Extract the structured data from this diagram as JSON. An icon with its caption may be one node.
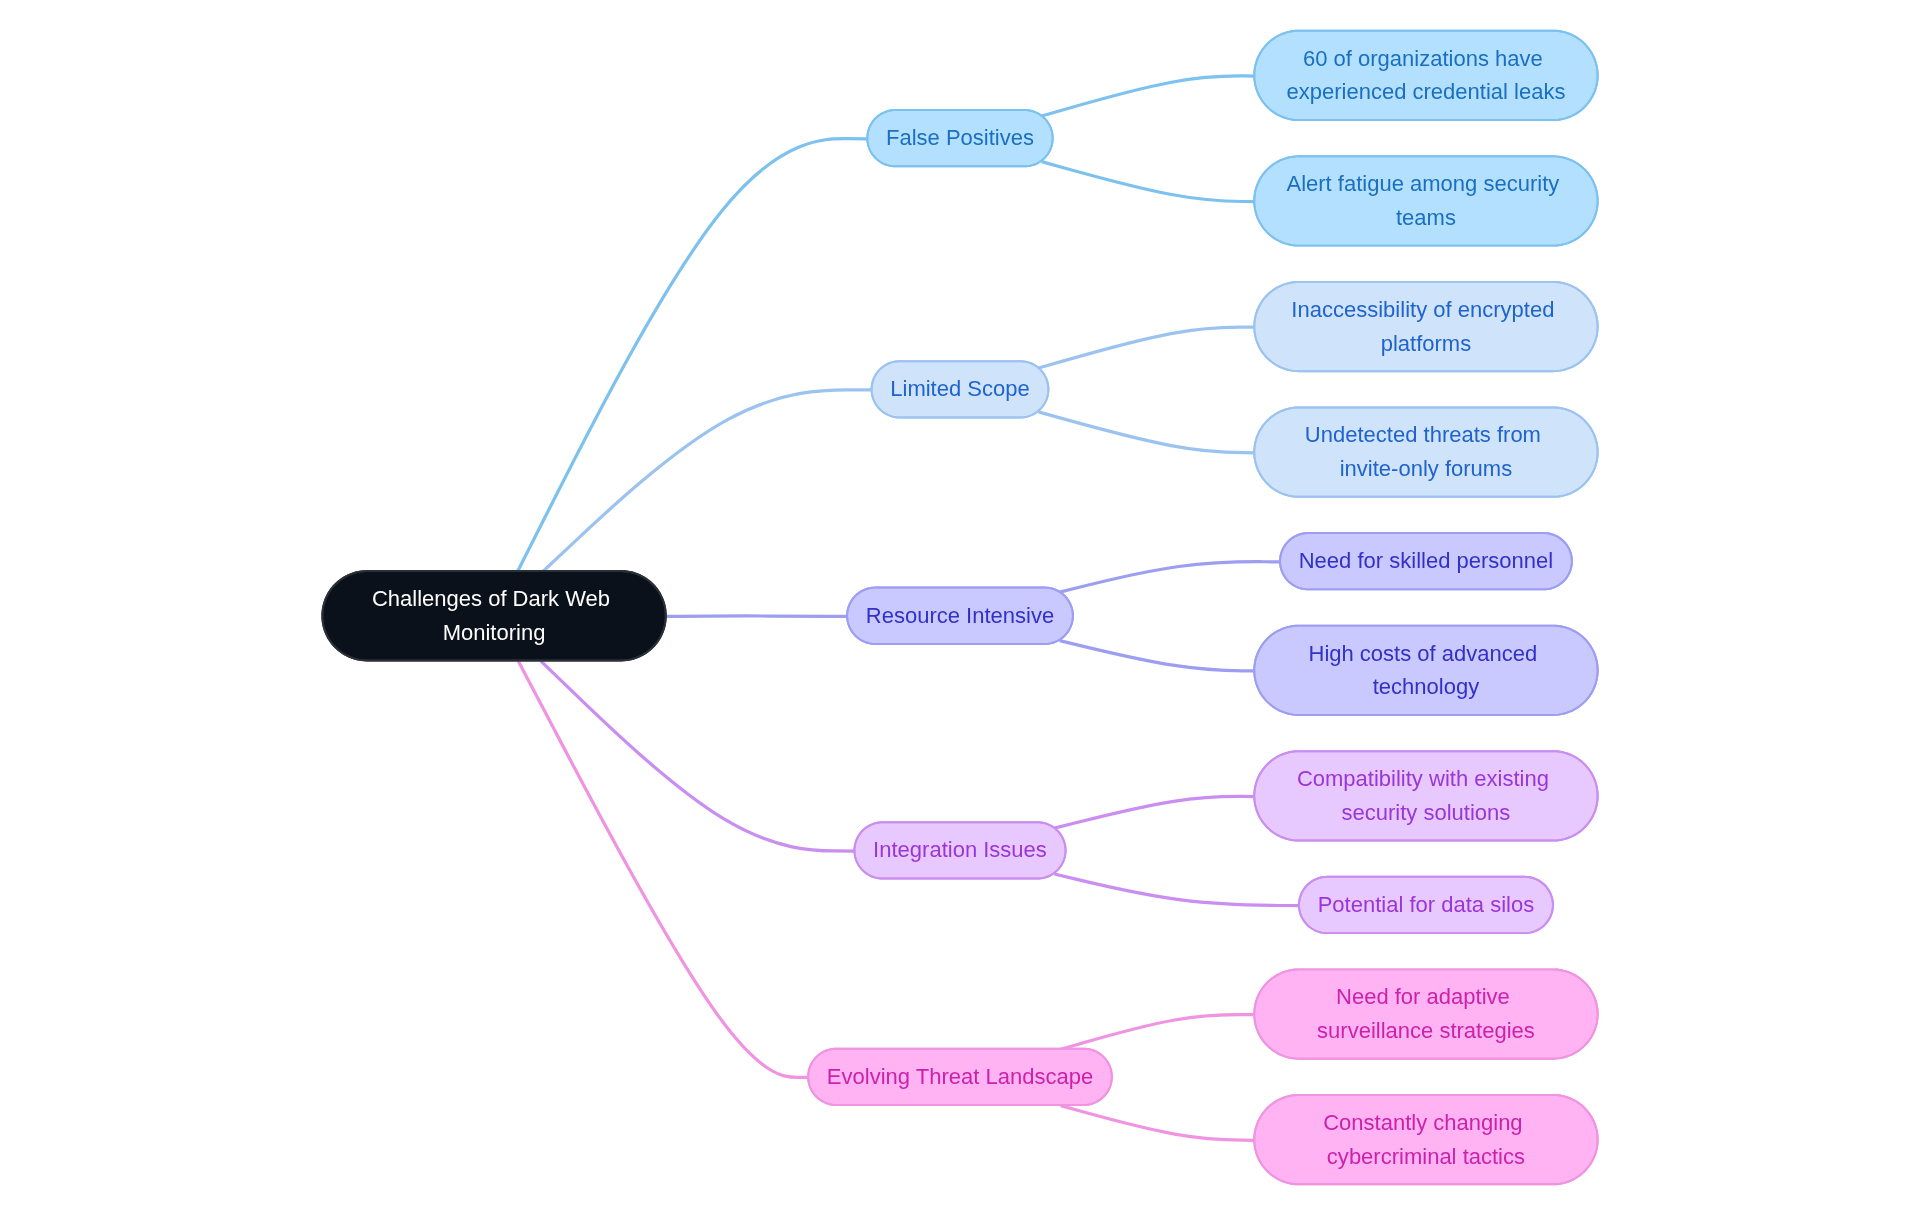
{
  "diagram": {
    "nodes": [
      {
        "text": [
          "Challenges of Dark Web Monitoring"
        ]
      },
      {
        "text": [
          "False Positives"
        ]
      },
      {
        "text": [
          "60 of organizations have experienced credential leaks"
        ]
      },
      {
        "text": [
          "Alert fatigue among security teams"
        ]
      },
      {
        "text": [
          "Limited Scope"
        ]
      },
      {
        "text": [
          "Inaccessibility of encrypted platforms"
        ]
      },
      {
        "text": [
          "Undetected threats from invite-only forums"
        ]
      },
      {
        "text": [
          "Resource Intensive"
        ]
      },
      {
        "text": [
          "Need for skilled personnel"
        ]
      },
      {
        "text": [
          "High costs of advanced technology"
        ]
      },
      {
        "text": [
          "Integration Issues"
        ]
      },
      {
        "text": [
          "Compatibility with existing security solutions"
        ]
      },
      {
        "text": [
          "Potential for data silos"
        ]
      },
      {
        "text": [
          "Evolving Threat Landscape"
        ]
      },
      {
        "text": [
          "Need for adaptive surveillance strategies"
        ]
      },
      {
        "text": [
          "Constantly changing cybercriminal tactics"
        ]
      }
    ],
    "edges": [
      {
        "from": 0,
        "to": 1,
        "arrow": "none",
        "color": "#7dc1ef"
      },
      {
        "from": 1,
        "to": 2,
        "arrow": "none",
        "color": "#7dc1ef"
      },
      {
        "from": 1,
        "to": 3,
        "arrow": "none",
        "color": "#7dc1ef"
      },
      {
        "from": 0,
        "to": 4,
        "arrow": "none",
        "color": "#9cc3f0"
      },
      {
        "from": 4,
        "to": 5,
        "arrow": "none",
        "color": "#9cc3f0"
      },
      {
        "from": 4,
        "to": 6,
        "arrow": "none",
        "color": "#9cc3f0"
      },
      {
        "from": 0,
        "to": 7,
        "arrow": "none",
        "color": "#9d9df2"
      },
      {
        "from": 7,
        "to": 8,
        "arrow": "none",
        "color": "#9d9df2"
      },
      {
        "from": 7,
        "to": 9,
        "arrow": "none",
        "color": "#9d9df2"
      },
      {
        "from": 0,
        "to": 10,
        "arrow": "none",
        "color": "#c98ef0"
      },
      {
        "from": 10,
        "to": 11,
        "arrow": "none",
        "color": "#c98ef0"
      },
      {
        "from": 10,
        "to": 12,
        "arrow": "none",
        "color": "#c98ef0"
      },
      {
        "from": 0,
        "to": 13,
        "arrow": "none",
        "color": "#f093e0"
      },
      {
        "from": 13,
        "to": 14,
        "arrow": "none",
        "color": "#f093e0"
      },
      {
        "from": 13,
        "to": 15,
        "arrow": "none",
        "color": "#f093e0"
      }
    ]
  }
}
